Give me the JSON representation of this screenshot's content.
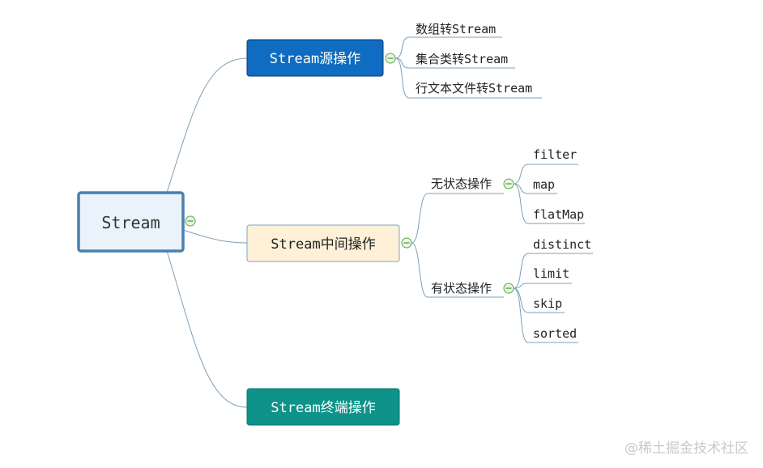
{
  "root": {
    "label": "Stream",
    "colors": {
      "fill": "#eaf3fb",
      "stroke": "#4a80ad",
      "text": "#333333"
    }
  },
  "branches": [
    {
      "label": "Stream源操作",
      "colors": {
        "fill": "#0f6cc0",
        "stroke": "#0b3e6e",
        "text": "#ffffff"
      },
      "children": [
        {
          "label": "数组转Stream"
        },
        {
          "label": "集合类转Stream"
        },
        {
          "label": "行文本文件转Stream"
        }
      ]
    },
    {
      "label": "Stream中间操作",
      "colors": {
        "fill": "#fff0d8",
        "stroke": "#7fa3bf",
        "text": "#222222"
      },
      "children": [
        {
          "label": "无状态操作",
          "children": [
            {
              "label": "filter"
            },
            {
              "label": "map"
            },
            {
              "label": "flatMap"
            }
          ]
        },
        {
          "label": "有状态操作",
          "children": [
            {
              "label": "distinct"
            },
            {
              "label": "limit"
            },
            {
              "label": "skip"
            },
            {
              "label": "sorted"
            }
          ]
        }
      ]
    },
    {
      "label": "Stream终端操作",
      "colors": {
        "fill": "#0e9289",
        "stroke": "#0b7a73",
        "text": "#ffffff"
      },
      "children": []
    }
  ],
  "watermark": "@稀土掘金技术社区",
  "colors": {
    "connector": "#7d9fb8",
    "collapse_fill": "#e9f6e3",
    "collapse_stroke": "#5aa846",
    "leaf_text": "#222222"
  }
}
